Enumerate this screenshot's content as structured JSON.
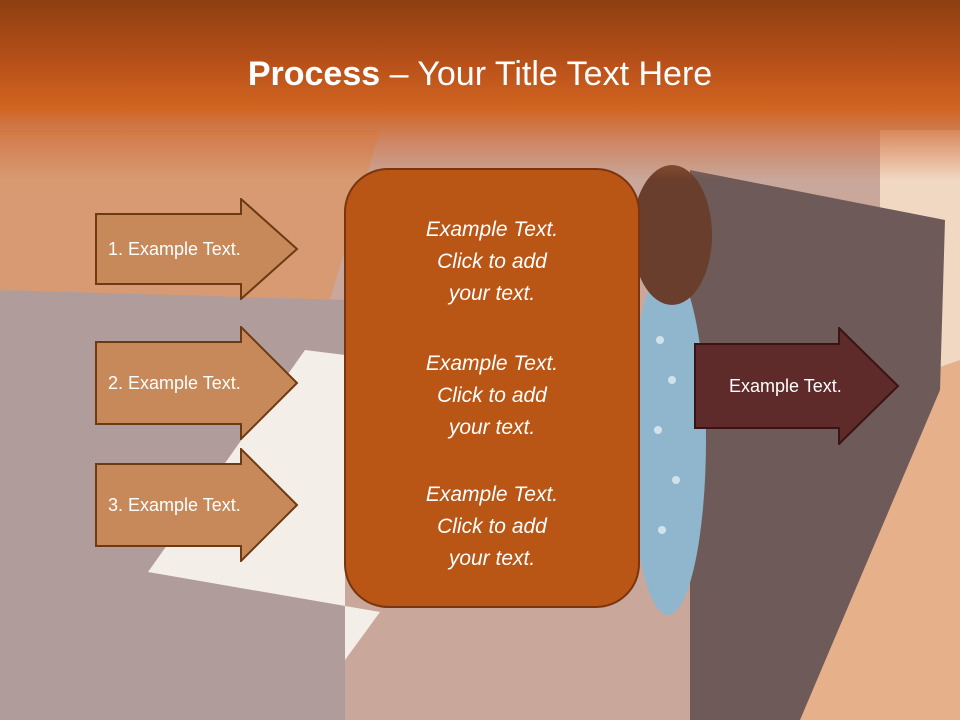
{
  "slide": {
    "title_bold": "Process",
    "title_rest": " – Your Title Text Here"
  },
  "colors": {
    "title_band": "#b8501a",
    "left_arrow_fill": "#c8895a",
    "left_arrow_stroke": "#6e3a12",
    "center_box_fill": "#b95515",
    "right_arrow_fill": "#5e2a2a"
  },
  "left_arrows": [
    {
      "label": "1. Example Text."
    },
    {
      "label": "2. Example Text."
    },
    {
      "label": "3. Example Text."
    }
  ],
  "center_box": {
    "blocks": [
      {
        "line1": "Example Text.",
        "line2": "Click  to add",
        "line3": "your text."
      },
      {
        "line1": "Example Text.",
        "line2": "Click  to add",
        "line3": "your text."
      },
      {
        "line1": "Example Text.",
        "line2": "Click  to add",
        "line3": "your text."
      }
    ]
  },
  "right_arrow": {
    "label": "Example Text."
  }
}
